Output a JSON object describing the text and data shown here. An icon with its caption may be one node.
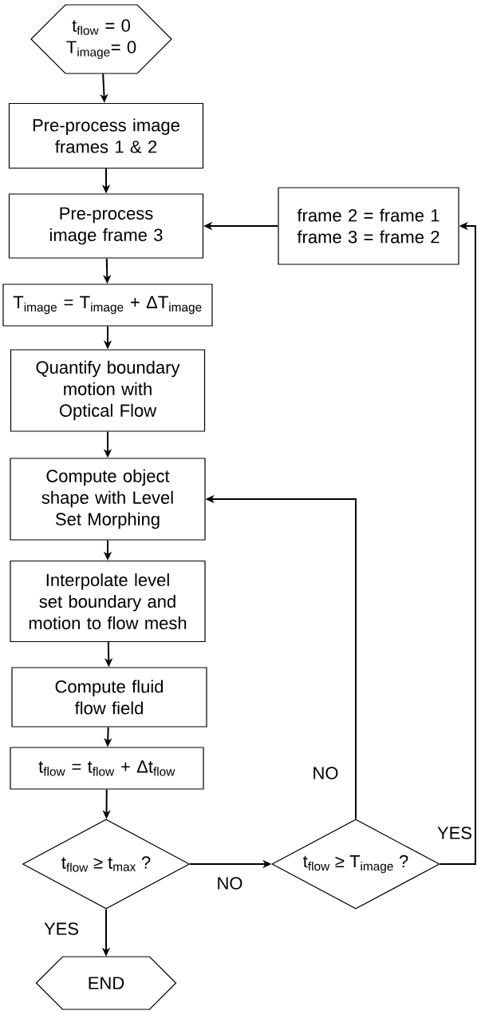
{
  "diagram": {
    "nodes": [
      {
        "text": [
          "t$_{flow}$ = 0 T$_{image}$= 0"
        ]
      },
      {
        "text": [
          "Pre-process image frames 1 & 2"
        ]
      },
      {
        "text": [
          "Pre-process image frame 3"
        ]
      },
      {
        "text": [
          "frame 2 = frame 1 frame 3 = frame 2"
        ]
      },
      {
        "text": [
          "T$_{image}$ = T$_{image}$ + ΔT$_{image}$"
        ]
      },
      {
        "text": [
          "Quantify boundary motion with Optical Flow"
        ]
      },
      {
        "text": [
          "Compute object shape with Level Set Morphing"
        ]
      },
      {
        "text": [
          "Interpolate level set boundary and motion to flow mesh"
        ]
      },
      {
        "text": [
          "Compute fluid flow field"
        ]
      },
      {
        "text": [
          "t$_{flow}$ = t$_{flow}$ + Δt$_{flow}$"
        ]
      },
      {
        "text": [
          "t$_{flow}$ ≥ t$_{max}$ ?"
        ]
      },
      {
        "text": [
          "t$_{flow}$ ≥ T$_{image}$ ?"
        ]
      },
      {
        "text": [
          "END"
        ]
      }
    ],
    "edges": [
      {
        "from": 0,
        "to": 1,
        "arrow": "to"
      },
      {
        "from": 1,
        "to": 2,
        "arrow": "to"
      },
      {
        "from": 3,
        "to": 2,
        "arrow": "to"
      },
      {
        "from": 2,
        "to": 4,
        "arrow": "to"
      },
      {
        "from": 4,
        "to": 5,
        "arrow": "to"
      },
      {
        "from": 5,
        "to": 6,
        "arrow": "to"
      },
      {
        "from": 6,
        "to": 7,
        "arrow": "to"
      },
      {
        "from": 7,
        "to": 8,
        "arrow": "to"
      },
      {
        "from": 8,
        "to": 9,
        "arrow": "to"
      },
      {
        "from": 9,
        "to": 10,
        "arrow": "to"
      },
      {
        "from": 10,
        "to": 11,
        "arrow": "to",
        "label": "NO"
      },
      {
        "from": 10,
        "to": 12,
        "arrow": "to",
        "label": "YES"
      },
      {
        "from": 11,
        "to": 6,
        "arrow": "to",
        "label": "NO"
      },
      {
        "from": 11,
        "to": 3,
        "arrow": "to",
        "label": "YES"
      }
    ]
  }
}
